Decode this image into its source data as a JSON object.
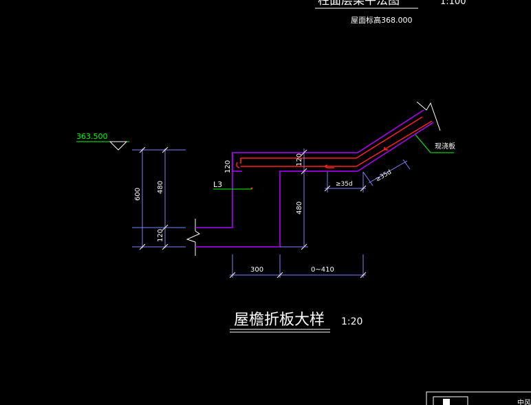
{
  "top_title": {
    "text": "柱面层梁平法图",
    "scale": "1:100",
    "subtitle": "屋面标高368.000"
  },
  "elevation": {
    "value": "363.500"
  },
  "labels": {
    "l3": "L3",
    "cast_slab": "现浇板"
  },
  "dims": {
    "d600": "600",
    "d480_left": "480",
    "d120_left": "120",
    "d120_top": "120",
    "d120_mid": "120",
    "d480_mid": "480",
    "d300": "300",
    "d0_410": "0~410",
    "d35d_a": "≥35d",
    "d35d_b": "≥35d"
  },
  "caption": {
    "title": "屋檐折板大样",
    "scale": "1:20"
  },
  "corner_text": "中风",
  "colors": {
    "background": "#000000",
    "slab_outline": "#b000ff",
    "rebar": "#ff2020",
    "dimension": "#8080ff",
    "text": "#ffffff",
    "leader": "#00ff00",
    "elevation": "#00ff00"
  }
}
